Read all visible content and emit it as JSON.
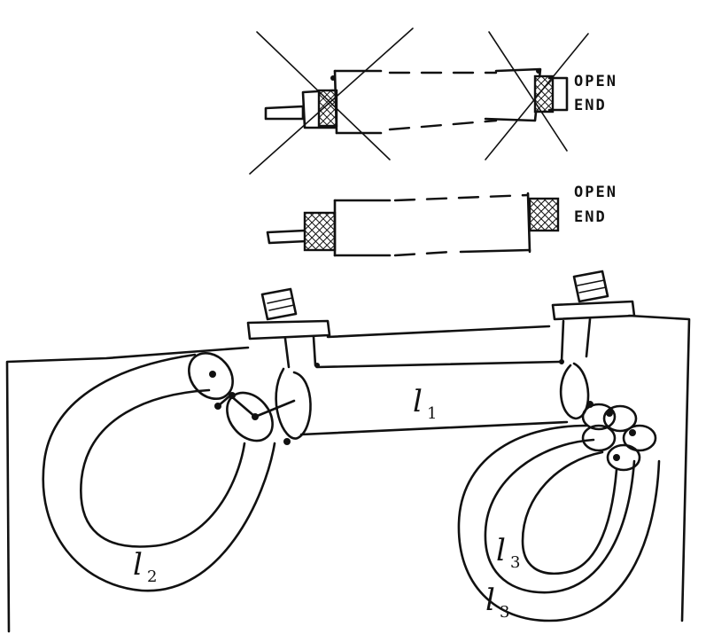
{
  "top_cable": {
    "end_label_line1": "OPEN",
    "end_label_line2": "END",
    "crossed_out": true
  },
  "middle_cable": {
    "end_label_line1": "OPEN",
    "end_label_line2": "END"
  },
  "bottom_setup": {
    "line_l1": {
      "letter": "l",
      "sub": "1"
    },
    "loop_l2": {
      "letter": "l",
      "sub": "2"
    },
    "loop_l3_inner": {
      "letter": "l",
      "sub": "3"
    },
    "loop_l3_outer": {
      "letter": "l",
      "sub": "3"
    }
  },
  "colors": {
    "ink": "#111111",
    "paper": "#ffffff"
  }
}
